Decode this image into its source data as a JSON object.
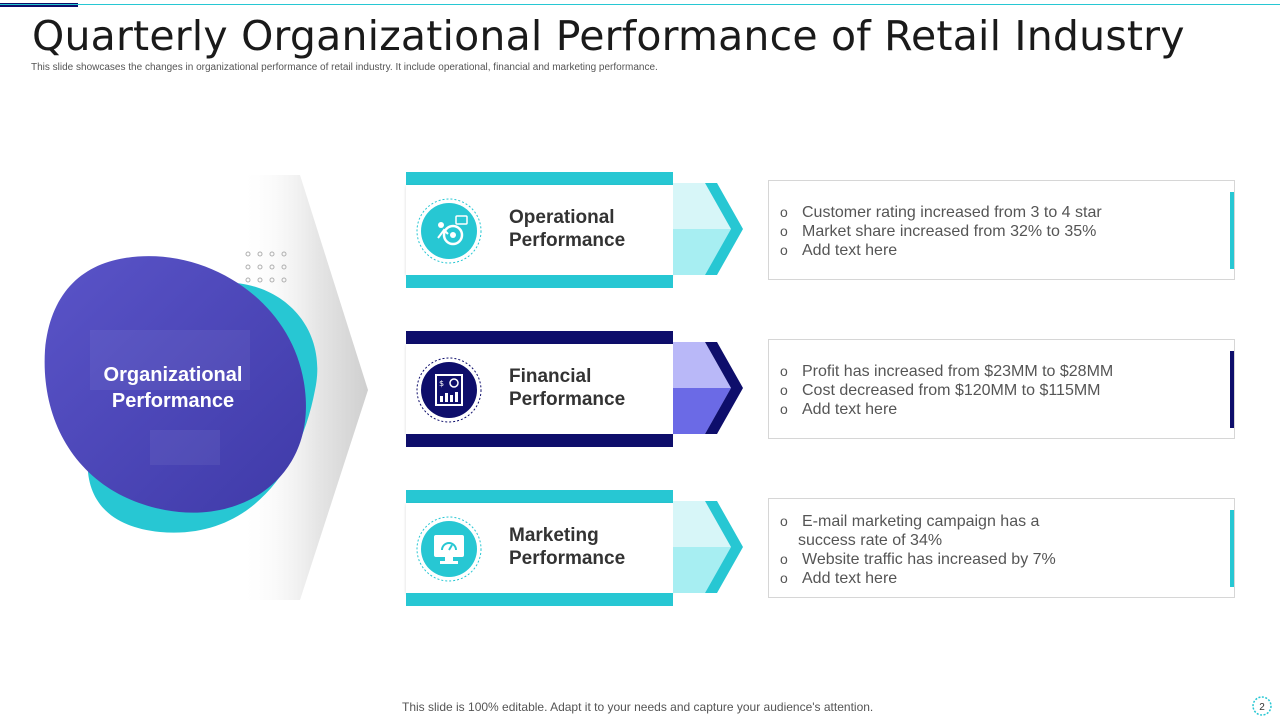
{
  "header": {
    "title": "Quarterly Organizational Performance of Retail Industry",
    "subtitle": "This slide showcases the changes in  organizational performance of retail industry. It include operational, financial and marketing performance."
  },
  "center": {
    "label": "Organizational Performance"
  },
  "colors": {
    "teal": "#27c7d3",
    "navy": "#0e0e6b",
    "lightteal": "#a7eef2",
    "purple": "#6b6ae6",
    "lavender": "#b9b8f8"
  },
  "cards": [
    {
      "label_line1": "Operational",
      "label_line2": "Performance",
      "icon": "operations-gear-icon",
      "bullets": [
        "Customer rating increased from 3 to 4 star",
        "Market share increased from 32% to 35%",
        "Add text  here"
      ]
    },
    {
      "label_line1": "Financial",
      "label_line2": "Performance",
      "icon": "financial-report-icon",
      "bullets": [
        "Profit has increased from $23MM to $28MM",
        "Cost decreased from $120MM to $115MM",
        "Add text  here"
      ]
    },
    {
      "label_line1": "Marketing",
      "label_line2": "Performance",
      "icon": "marketing-monitor-icon",
      "bullets": [
        "E-mail marketing campaign has a",
        "success rate of 34%",
        "Website traffic has increased by 7%",
        "Add text  here"
      ]
    }
  ],
  "footer": {
    "note": "This slide is 100% editable. Adapt it to your needs and capture your audience's attention.",
    "page": "2"
  }
}
